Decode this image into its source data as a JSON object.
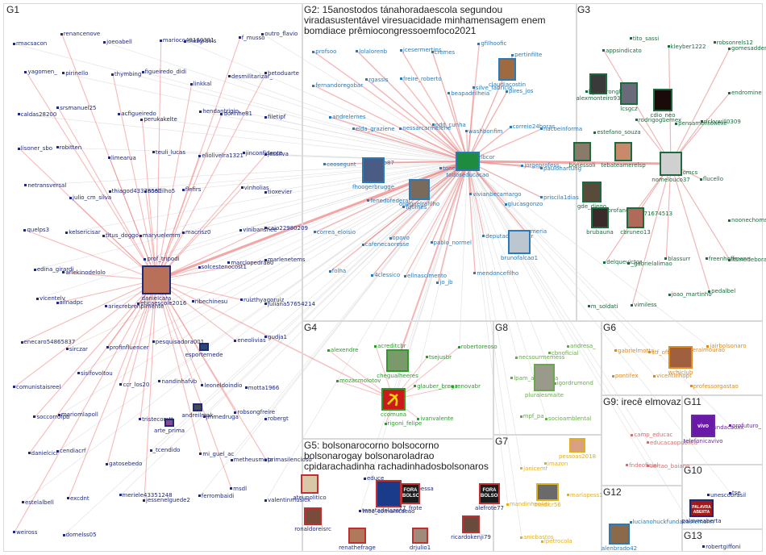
{
  "groups": {
    "g1": "G1",
    "g2": "G2: 15anostodos tánahoradaescola segundou viradasustentável viresuacidade minhamensagem enem bomdiace prêmiocongressoemfoco2021",
    "g3": "G3",
    "g4": "G4",
    "g5": "G5: bolsonarocorno bolsocorno bolsonarogay bolsonaroladrao cpidarachadinha rachadinhadosbolsonaros",
    "g6": "G6",
    "g7": "G7",
    "g8": "G8",
    "g9": "G9: irecê elmovaz",
    "g10": "G10",
    "g11": "G11",
    "g12": "G12",
    "g13": "G13"
  },
  "colors": {
    "g1": "#1f2a7a",
    "g2": "#2a7ab8",
    "g3": "#1c6b3e",
    "g4": "#2e9a2e",
    "g5": "#1f2a7a",
    "g6": "#e08a1e",
    "g7": "#e0b020",
    "g8": "#6aa84f",
    "g9": "#d07070",
    "g10": "#1f2a7a",
    "g11": "#6a2a9a",
    "g12": "#2a7ab8",
    "g13": "#1f2a7a",
    "edge_strong": "#f08080",
    "edge_weak": "#d8d8d8"
  },
  "nodes": {
    "g1": [
      "rmacsacon",
      "renancenove",
      "joeoabell",
      "marioco49160391",
      "mezgravis",
      "f_musso",
      "outro_flavio",
      "yagomen_",
      "pirinello",
      "thymbing",
      "figueiredo_didi",
      "linkkal",
      "desmilitarizar_",
      "betoduarte",
      "caldas28200",
      "srsmanuel25",
      "acfigueiredo",
      "perukakelte",
      "hendantrigin",
      "dorinhe81",
      "filetipf",
      "lisoner_sbo",
      "robitten",
      "limearua",
      "teuli_lucas",
      "eliolivelra1321",
      "jinconfidente",
      "jessilva",
      "netransversal",
      "julio_cm_silva",
      "thiagod43378551",
      "noelfilho5",
      "flefirs",
      "vinholias",
      "tioxevier",
      "quelps3",
      "kelsericisar",
      "titus_doggo",
      "maryuelemm",
      "macrisz0",
      "vinibanshee",
      "caio22980209",
      "edina_girardi",
      "ariekinodelolo",
      "danielcara",
      "prof_tripodi",
      "solcestenocost1",
      "marclopedra80",
      "marlenetems",
      "vicentelv",
      "ailnadpc",
      "ariecrebrenpimente",
      "eticaescole2016",
      "ribechinesu",
      "ruizthyagoruiz",
      "juliana57654214",
      "enecaro54865837",
      "sirczar",
      "profinfluencer",
      "pesquisadora001",
      "esporternede",
      "eneolivias",
      "gudja1",
      "comunistaisreel",
      "sisifovoltou",
      "ccr_los20",
      "nandinhafvb",
      "leoneldoindio",
      "motta1966",
      "andreilmak",
      "soccorrofpb",
      "mariomlapoll",
      "arte_prima",
      "tristecomtt",
      "jmmedruga",
      "robsongfreire",
      "robergt",
      "danielcicl",
      "cendiacrf",
      "gatosebedo",
      "_tcendido",
      "mi_guel_ac",
      "metheusmeta",
      "primasilencioso",
      "estelalbell",
      "excdnt",
      "meriele43351248",
      "jessenelguede2",
      "ferrombaidi",
      "msdl",
      "valentinmusicx",
      "weiross",
      "domelss05"
    ],
    "g2": [
      "profsoo",
      "lolalorenb",
      "jcesermertins",
      "cremes",
      "gfilhoofic",
      "pertinfilte",
      "claudiacostin",
      "fernandoregobar",
      "rgassis",
      "freire_roberto",
      "beapadrilheia",
      "silve_fabricio",
      "pires_jos",
      "prisciliacruz",
      "andrelemes",
      "elda_graziene",
      "nessarcarmelene",
      "odd_cunha",
      "washbonfim",
      "correio24horas",
      "nacoeinforma",
      "ceosegunt",
      "zebrito87",
      "fhoogerbrugge",
      "tonedsilva",
      "elbcor",
      "jorgeprofess",
      "paulohartung",
      "todoseducacao",
      "fenedofederal",
      "fgomes",
      "onoguelrafilho",
      "vivianbecamargo",
      "glucasgonzo",
      "priscila1dias",
      "correa_eloisio",
      "cafenecaoresse",
      "opovo",
      "pablo_normel",
      "deputadobacelar",
      "emeria",
      "brunofalcao1",
      "folha",
      "4clessico",
      "ellnascimento",
      "jo_jb",
      "mendoncefilho"
    ],
    "g3": [
      "appsindicato",
      "tito_sassi",
      "kleyber1222",
      "robsonrels12",
      "gomesaddems",
      "lightstronghold",
      "alexmonteiro93",
      "lcsgcz",
      "cdio_neo",
      "endromine",
      "estefano_souza",
      "rodrigoguemex",
      "pensamentohexe",
      "rickywill0309",
      "bonessoli",
      "tebateamerelsp",
      "nomelouco37",
      "diogomcs",
      "flucello",
      "gde_diego",
      "vaoprofano",
      "sol71674513",
      "brubauna",
      "cbruneo13",
      "noonechomsky",
      "delquevictor",
      "_gabrielalimao",
      "blassurr",
      "freenhoffmann",
      "ltsmedeborah",
      "m_soldati",
      "vimiless",
      "joao_martinho",
      "pedalbel"
    ],
    "g4": [
      "alexendre",
      "acreditcbr",
      "tsejusbr",
      "robertoreoso",
      "mozacmolotov",
      "chegualheeres",
      "glauber_brega",
      "renovabr",
      "ccomuna",
      "rigoni_felipe",
      "ivanvalente"
    ],
    "g5": [
      "ateupolitico",
      "educe",
      "ranaldoeroessa",
      "ronaldoreisrc",
      "77_frote",
      "alefrote77",
      "tenatadelazene",
      "mec_comunicacao",
      "renathefrage",
      "ricardokenji79",
      "drjulio1"
    ],
    "g6": [
      "gabrielmotta",
      "stf_official",
      "generalmourao",
      "jairbolsonaro",
      "wchiclub",
      "pontifex",
      "vicentinhopt",
      "professorgastao"
    ],
    "g7": [
      "janicemf",
      "imazon",
      "pessoas2018",
      "mandinhaeliei",
      "tnedicr56",
      "marlapess1",
      "anicbastos",
      "lpetrocola"
    ],
    "g8": [
      "necsourmemess",
      "cbnoficial",
      "andresa_",
      "lpam_amazonia",
      "igordrumond",
      "pluralesmaite",
      "mpf_pa",
      "socioamblental"
    ],
    "g9": [
      "camp_educac",
      "educacaopublica",
      "fndeoficial",
      "sertao_baiano"
    ],
    "g10": [
      "unescobrasil",
      "tse",
      "palavreaberta"
    ],
    "g11": [
      "fundacaoxx",
      "profuturo_",
      "telefonicavivo"
    ],
    "g12": [
      "lucianohuckfundacaolemann",
      "alenbrado42"
    ],
    "g13": [
      "robertgiffoni"
    ]
  },
  "avatars": {
    "danielcara": "danielcara",
    "claudiacostin": "claudiacostin",
    "priscilacruz": "prisciliacruz",
    "todoseducacao": "todoseducacao",
    "fhoogerbrugge": "fhoogerbrugge",
    "onoguelrafilho": "onoguelrafilho",
    "brunofalcao1": "brunofalcao1",
    "alexmonteiro93": "alexmonteiro93",
    "lcsgcz": "lcsgcz",
    "cdio_neo": "cdio_neo",
    "bonessoli": "bonessoli",
    "tebateamerelsp": "tebateamerelsp",
    "nomelouco37": "nomelouco37",
    "gde_diego": "gde_diego",
    "brubauna": "brubauna",
    "cbruneo13": "cbruneo13",
    "chegualheeres": "chegualheeres",
    "ccomuna": "ccomuna",
    "pluralesmaite": "pluralesmaite",
    "wchiclub": "wchiclub",
    "pessoas2018": "pessoas2018",
    "tnedicr56": "tnedicr56",
    "telefonicavivo": "telefonicavivo",
    "palavreaberta": "palavreaberta",
    "alenbrado42": "alenbrado42",
    "ateupolitico": "ateupolitico",
    "ronaldoreisrc": "ronaldoreisrc",
    "mec_comunicacao": "mec_comunicacao",
    "77_frote": "77_frote",
    "alefrote77": "alefrote77",
    "ricardokenji79": "ricardokenji79",
    "renathefrage": "renathefrage",
    "drjulio1": "drjulio1",
    "arte_prima": "arte_prima",
    "andreilmak": "andreilmak",
    "esporternede": "esporternede"
  },
  "fora_text": "FORA BOLSONARO",
  "vivo_text": "vivo",
  "palavra_text": "PALAVRA ABERTA"
}
